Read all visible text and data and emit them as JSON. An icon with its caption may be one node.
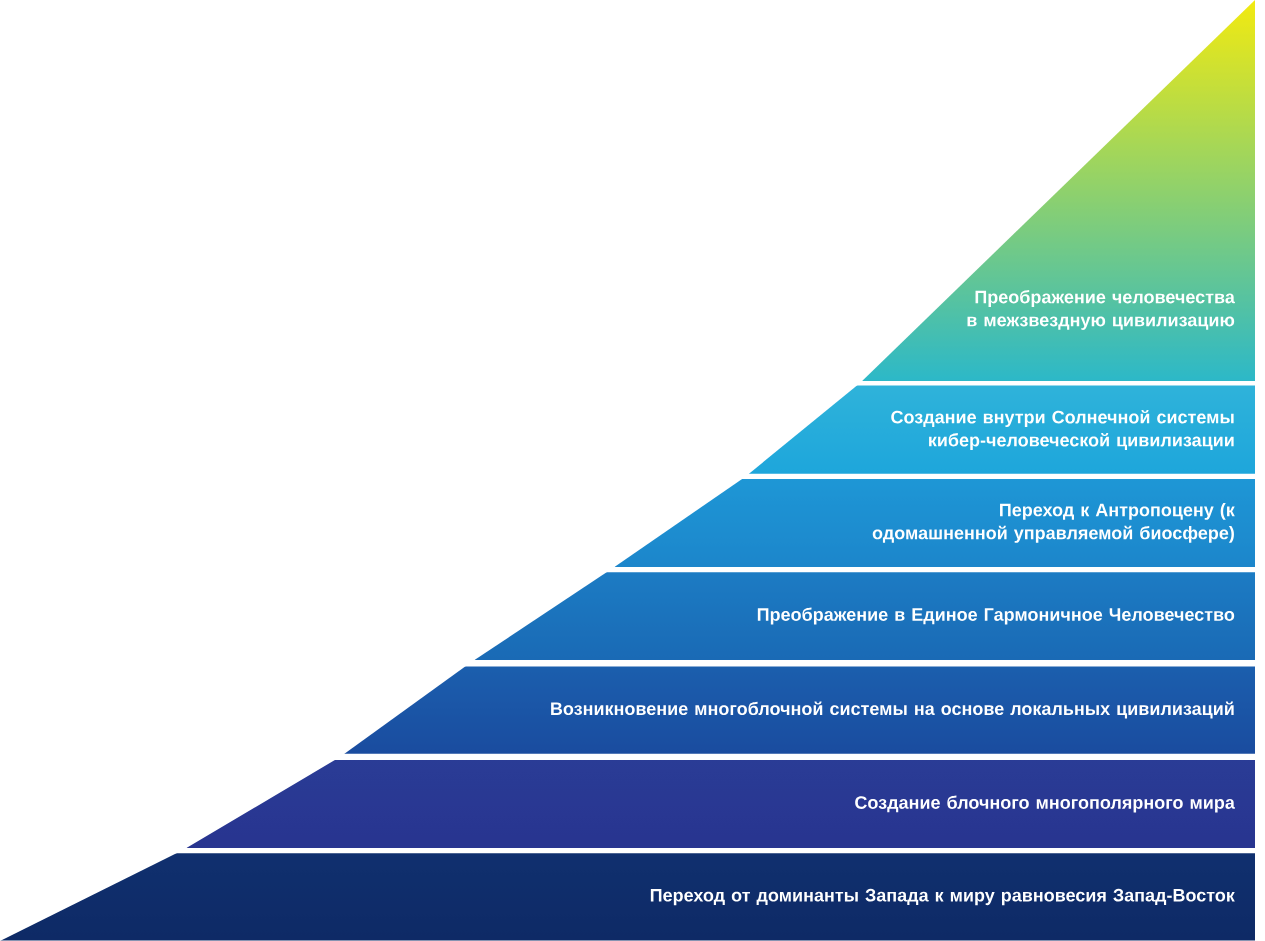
{
  "diagram": {
    "nodes": [
      {
        "text": [
          "Преображение человечества в межзвездную цивилизацию"
        ]
      },
      {
        "text": [
          "Создание внутри Солнечной системы кибер-человеческой цивилизации"
        ]
      },
      {
        "text": [
          "Переход к Антропоцену (к одомашненной управляемой биосфере)"
        ]
      },
      {
        "text": [
          "Преображение в Единое Гармоничное Человечество"
        ]
      },
      {
        "text": [
          "Возникновение многоблочной системы на основе локальных цивилизаций"
        ]
      },
      {
        "text": [
          "Создание блочного многополярного мира"
        ]
      },
      {
        "text": [
          "Переход от доминанты Запада к миру равновесия Запад-Восток"
        ]
      }
    ]
  }
}
